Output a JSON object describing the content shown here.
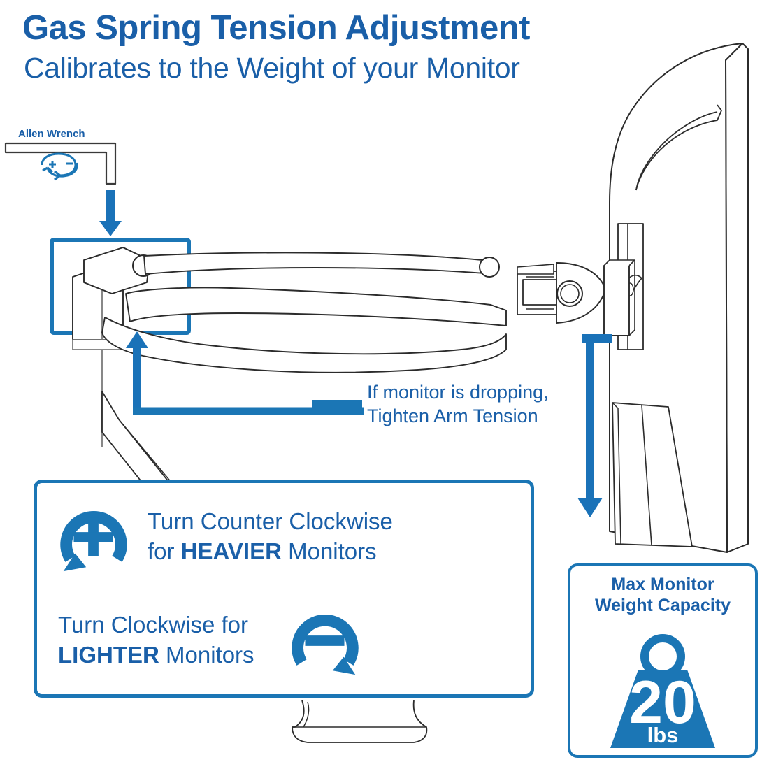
{
  "header": {
    "title": "Gas Spring Tension Adjustment",
    "subtitle": "Calibrates to the Weight of your Monitor"
  },
  "labels": {
    "allen_wrench": "Allen Wrench",
    "rotation_plus": "+",
    "rotation_minus": "-"
  },
  "callout": {
    "line1": "If monitor is dropping,",
    "line2": "Tighten Arm Tension"
  },
  "instructions": {
    "heavier": {
      "line1": "Turn Counter Clockwise",
      "line2_pre": "for ",
      "line2_bold": "HEAVIER",
      "line2_post": " Monitors",
      "icon": "circular-arrow-plus-icon",
      "sign": "+"
    },
    "lighter": {
      "line1": "Turn Clockwise for",
      "line2_bold": "LIGHTER",
      "line2_post": " Monitors",
      "icon": "circular-arrow-minus-icon",
      "sign": "-"
    }
  },
  "weight_capacity": {
    "title_line1": "Max Monitor",
    "title_line2": "Weight Capacity",
    "value": "20",
    "unit": "lbs"
  },
  "colors": {
    "heading_blue": "#1a5fa8",
    "accent_blue": "#1b76b5",
    "arrow_blue": "#1a72b8",
    "line_art": "#2b2b2b",
    "background": "#ffffff"
  }
}
